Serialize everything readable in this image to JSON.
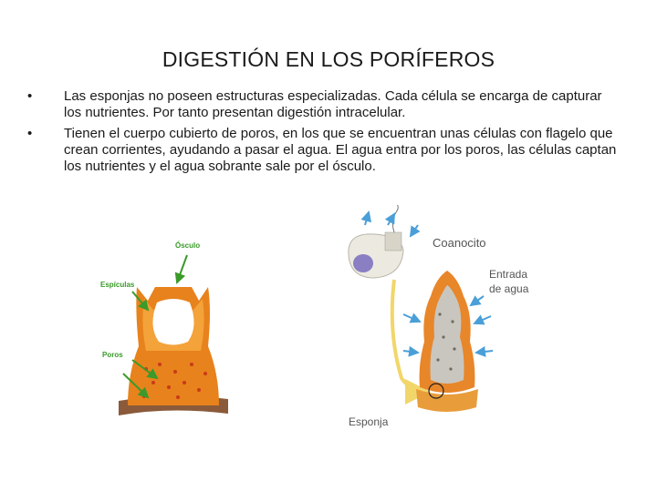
{
  "slide": {
    "title": "DIGESTIÓN EN LOS PORÍFEROS",
    "bullet_marker": "•",
    "bullets": [
      "Las esponjas no poseen estructuras especializadas. Cada célula se encarga de capturar los nutrientes. Por tanto presentan digestión intracelular.",
      "Tienen el cuerpo cubierto de poros, en los que se encuentran unas células con flagelo que crean corrientes, ayudando a pasar el agua. El agua entra por los poros, las células captan los nutrientes y el agua sobrante sale por el ósculo."
    ]
  },
  "figure_left": {
    "label_osculo": "Ósculo",
    "label_espiculas": "Espículas",
    "label_poros": "Poros",
    "colors": {
      "body": "#e8821c",
      "wall": "#f4a23a",
      "cavity": "#ffffff",
      "ground": "#8a5a3a",
      "arrow": "#3a9a2a",
      "label": "#3a9a2a"
    }
  },
  "figure_right": {
    "label_coanocito": "Coanocito",
    "label_entrada": "Entrada",
    "label_agua": "de agua",
    "label_esponja": "Esponja",
    "colors": {
      "body": "#e8862a",
      "inner": "#c9c6bf",
      "arrow": "#4a9fd8",
      "cell": "#ece9e0",
      "nucleus": "#8a7fc2",
      "stem": "#f2d66a",
      "base": "#e89c3a"
    }
  }
}
